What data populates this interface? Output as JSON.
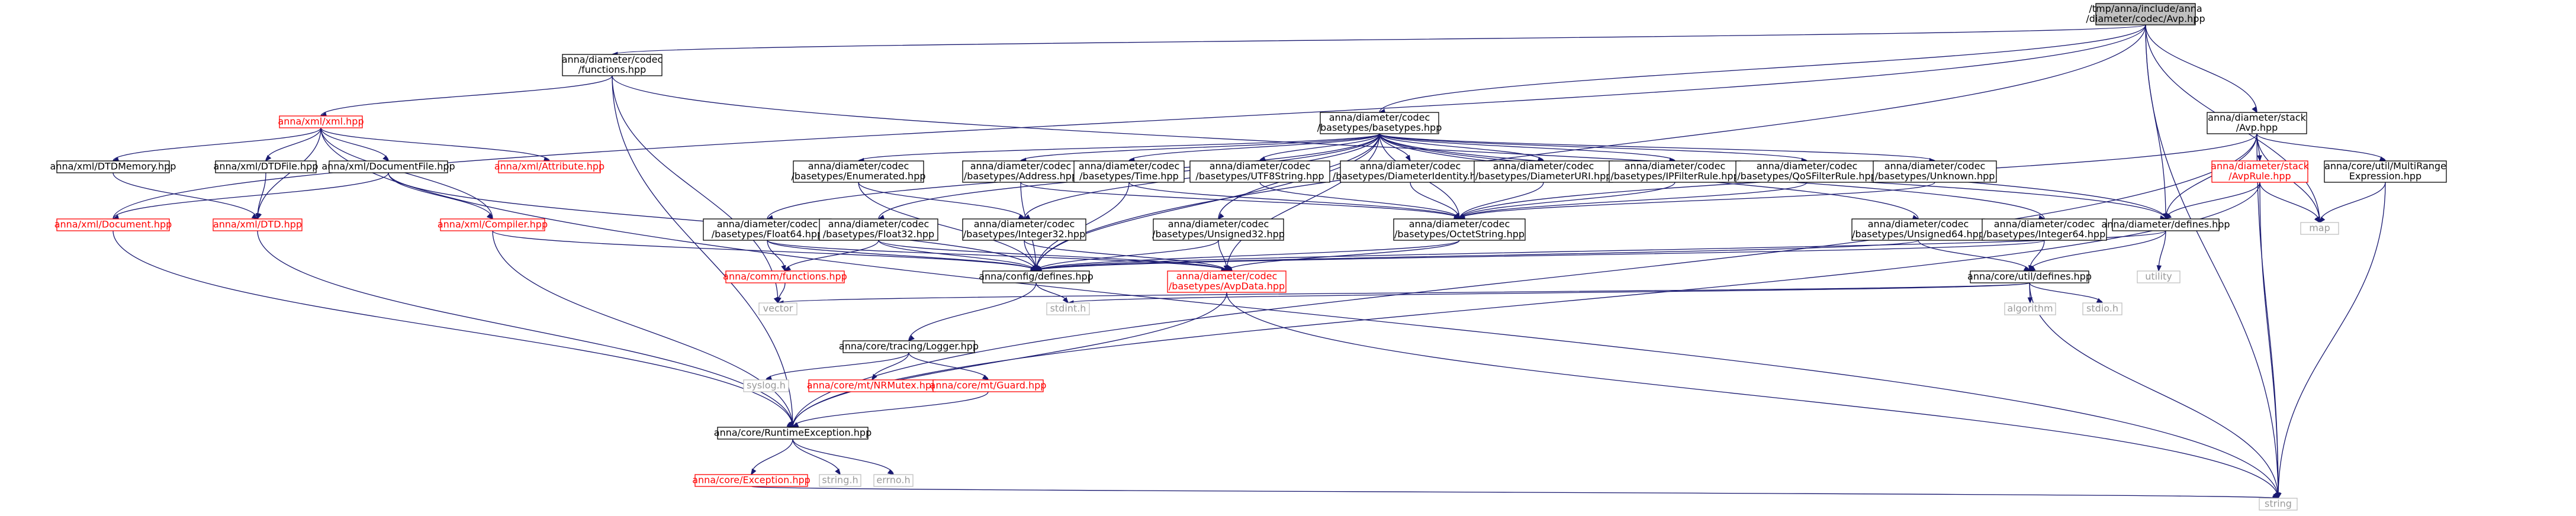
{
  "colors": {
    "root_fill": "#bfbfbf",
    "normal_border": "#000000",
    "missing_border": "#ff0000",
    "system_border": "#bfbfbf",
    "normal_text": "#000000",
    "missing_text": "#ff0000",
    "system_text": "#999999",
    "edge": "#191970"
  },
  "nodes": [
    {
      "id": "root",
      "lines": [
        "/tmp/anna/include/anna",
        "/diameter/codec/Avp.hpp"
      ],
      "kind": "root"
    },
    {
      "id": "functions",
      "lines": [
        "anna/diameter/codec",
        "/functions.hpp"
      ],
      "kind": "normal"
    },
    {
      "id": "basetypes",
      "lines": [
        "anna/diameter/codec",
        "/basetypes/basetypes.hpp"
      ],
      "kind": "normal"
    },
    {
      "id": "stackavp",
      "lines": [
        "anna/diameter/stack",
        "/Avp.hpp"
      ],
      "kind": "normal"
    },
    {
      "id": "xml",
      "lines": [
        "anna/xml/xml.hpp"
      ],
      "kind": "missing"
    },
    {
      "id": "dtdmemory",
      "lines": [
        "anna/xml/DTDMemory.hpp"
      ],
      "kind": "normal"
    },
    {
      "id": "dtdfile",
      "lines": [
        "anna/xml/DTDFile.hpp"
      ],
      "kind": "normal"
    },
    {
      "id": "documentfile",
      "lines": [
        "anna/xml/DocumentFile.hpp"
      ],
      "kind": "normal"
    },
    {
      "id": "attribute",
      "lines": [
        "anna/xml/Attribute.hpp"
      ],
      "kind": "missing"
    },
    {
      "id": "document",
      "lines": [
        "anna/xml/Document.hpp"
      ],
      "kind": "missing"
    },
    {
      "id": "dtd",
      "lines": [
        "anna/xml/DTD.hpp"
      ],
      "kind": "missing"
    },
    {
      "id": "compiler",
      "lines": [
        "anna/xml/Compiler.hpp"
      ],
      "kind": "missing"
    },
    {
      "id": "enumerated",
      "lines": [
        "anna/diameter/codec",
        "/basetypes/Enumerated.hpp"
      ],
      "kind": "normal"
    },
    {
      "id": "address",
      "lines": [
        "anna/diameter/codec",
        "/basetypes/Address.hpp"
      ],
      "kind": "normal"
    },
    {
      "id": "time",
      "lines": [
        "anna/diameter/codec",
        "/basetypes/Time.hpp"
      ],
      "kind": "normal"
    },
    {
      "id": "utf8",
      "lines": [
        "anna/diameter/codec",
        "/basetypes/UTF8String.hpp"
      ],
      "kind": "normal"
    },
    {
      "id": "diamident",
      "lines": [
        "anna/diameter/codec",
        "/basetypes/DiameterIdentity.hpp"
      ],
      "kind": "normal"
    },
    {
      "id": "diamuri",
      "lines": [
        "anna/diameter/codec",
        "/basetypes/DiameterURI.hpp"
      ],
      "kind": "normal"
    },
    {
      "id": "ipfilter",
      "lines": [
        "anna/diameter/codec",
        "/basetypes/IPFilterRule.hpp"
      ],
      "kind": "normal"
    },
    {
      "id": "qosfilter",
      "lines": [
        "anna/diameter/codec",
        "/basetypes/QoSFilterRule.hpp"
      ],
      "kind": "normal"
    },
    {
      "id": "unknown",
      "lines": [
        "anna/diameter/codec",
        "/basetypes/Unknown.hpp"
      ],
      "kind": "normal"
    },
    {
      "id": "float64",
      "lines": [
        "anna/diameter/codec",
        "/basetypes/Float64.hpp"
      ],
      "kind": "normal"
    },
    {
      "id": "float32",
      "lines": [
        "anna/diameter/codec",
        "/basetypes/Float32.hpp"
      ],
      "kind": "normal"
    },
    {
      "id": "integer32",
      "lines": [
        "anna/diameter/codec",
        "/basetypes/Integer32.hpp"
      ],
      "kind": "normal"
    },
    {
      "id": "unsigned32",
      "lines": [
        "anna/diameter/codec",
        "/basetypes/Unsigned32.hpp"
      ],
      "kind": "normal"
    },
    {
      "id": "octetstring",
      "lines": [
        "anna/diameter/codec",
        "/basetypes/OctetString.hpp"
      ],
      "kind": "normal"
    },
    {
      "id": "unsigned64",
      "lines": [
        "anna/diameter/codec",
        "/basetypes/Unsigned64.hpp"
      ],
      "kind": "normal"
    },
    {
      "id": "integer64",
      "lines": [
        "anna/diameter/codec",
        "/basetypes/Integer64.hpp"
      ],
      "kind": "normal"
    },
    {
      "id": "avprule",
      "lines": [
        "anna/diameter/stack",
        "/AvpRule.hpp"
      ],
      "kind": "missing"
    },
    {
      "id": "multirange",
      "lines": [
        "anna/core/util/MultiRange",
        "Expression.hpp"
      ],
      "kind": "normal"
    },
    {
      "id": "diamdefines",
      "lines": [
        "anna/diameter/defines.hpp"
      ],
      "kind": "normal"
    },
    {
      "id": "map",
      "lines": [
        "map"
      ],
      "kind": "system"
    },
    {
      "id": "commfunctions",
      "lines": [
        "anna/comm/functions.hpp"
      ],
      "kind": "missing"
    },
    {
      "id": "configdefines",
      "lines": [
        "anna/config/defines.hpp"
      ],
      "kind": "normal"
    },
    {
      "id": "avpdata",
      "lines": [
        "anna/diameter/codec",
        "/basetypes/AvpData.hpp"
      ],
      "kind": "missing"
    },
    {
      "id": "utildefines",
      "lines": [
        "anna/core/util/defines.hpp"
      ],
      "kind": "normal"
    },
    {
      "id": "utility",
      "lines": [
        "utility"
      ],
      "kind": "system"
    },
    {
      "id": "vector",
      "lines": [
        "vector"
      ],
      "kind": "system"
    },
    {
      "id": "stdint",
      "lines": [
        "stdint.h"
      ],
      "kind": "system"
    },
    {
      "id": "algorithm",
      "lines": [
        "algorithm"
      ],
      "kind": "system"
    },
    {
      "id": "stdio",
      "lines": [
        "stdio.h"
      ],
      "kind": "system"
    },
    {
      "id": "logger",
      "lines": [
        "anna/core/tracing/Logger.hpp"
      ],
      "kind": "normal"
    },
    {
      "id": "syslog",
      "lines": [
        "syslog.h"
      ],
      "kind": "system"
    },
    {
      "id": "nrmutex",
      "lines": [
        "anna/core/mt/NRMutex.hpp"
      ],
      "kind": "missing"
    },
    {
      "id": "guard",
      "lines": [
        "anna/core/mt/Guard.hpp"
      ],
      "kind": "missing"
    },
    {
      "id": "runtimeexc",
      "lines": [
        "anna/core/RuntimeException.hpp"
      ],
      "kind": "normal"
    },
    {
      "id": "exception",
      "lines": [
        "anna/core/Exception.hpp"
      ],
      "kind": "missing"
    },
    {
      "id": "stringh",
      "lines": [
        "string.h"
      ],
      "kind": "system"
    },
    {
      "id": "errno",
      "lines": [
        "errno.h"
      ],
      "kind": "system"
    },
    {
      "id": "string",
      "lines": [
        "string"
      ],
      "kind": "system"
    }
  ],
  "edges": [
    [
      "root",
      "functions"
    ],
    [
      "root",
      "basetypes"
    ],
    [
      "root",
      "stackavp"
    ],
    [
      "root",
      "diamdefines"
    ],
    [
      "root",
      "configdefines"
    ],
    [
      "root",
      "document"
    ],
    [
      "root",
      "string"
    ],
    [
      "root",
      "map"
    ],
    [
      "functions",
      "xml"
    ],
    [
      "functions",
      "diamdefines"
    ],
    [
      "functions",
      "runtimeexc"
    ],
    [
      "functions",
      "vector"
    ],
    [
      "xml",
      "dtdmemory"
    ],
    [
      "xml",
      "dtdfile"
    ],
    [
      "xml",
      "documentfile"
    ],
    [
      "xml",
      "attribute"
    ],
    [
      "xml",
      "dtd"
    ],
    [
      "xml",
      "compiler"
    ],
    [
      "xml",
      "string"
    ],
    [
      "dtdmemory",
      "dtd"
    ],
    [
      "dtdfile",
      "dtd"
    ],
    [
      "documentfile",
      "document"
    ],
    [
      "documentfile",
      "compiler"
    ],
    [
      "documentfile",
      "configdefines"
    ],
    [
      "document",
      "runtimeexc"
    ],
    [
      "dtd",
      "runtimeexc"
    ],
    [
      "compiler",
      "runtimeexc"
    ],
    [
      "compiler",
      "configdefines"
    ],
    [
      "basetypes",
      "enumerated"
    ],
    [
      "basetypes",
      "address"
    ],
    [
      "basetypes",
      "time"
    ],
    [
      "basetypes",
      "utf8"
    ],
    [
      "basetypes",
      "diamident"
    ],
    [
      "basetypes",
      "diamuri"
    ],
    [
      "basetypes",
      "ipfilter"
    ],
    [
      "basetypes",
      "qosfilter"
    ],
    [
      "basetypes",
      "unknown"
    ],
    [
      "basetypes",
      "float64"
    ],
    [
      "basetypes",
      "float32"
    ],
    [
      "basetypes",
      "integer32"
    ],
    [
      "basetypes",
      "unsigned32"
    ],
    [
      "basetypes",
      "octetstring"
    ],
    [
      "basetypes",
      "unsigned64"
    ],
    [
      "basetypes",
      "integer64"
    ],
    [
      "basetypes",
      "diamdefines"
    ],
    [
      "basetypes",
      "avpdata"
    ],
    [
      "basetypes",
      "configdefines"
    ],
    [
      "enumerated",
      "integer32"
    ],
    [
      "enumerated",
      "configdefines"
    ],
    [
      "address",
      "octetstring"
    ],
    [
      "address",
      "configdefines"
    ],
    [
      "time",
      "octetstring"
    ],
    [
      "time",
      "configdefines"
    ],
    [
      "utf8",
      "octetstring"
    ],
    [
      "diamident",
      "octetstring"
    ],
    [
      "diamuri",
      "octetstring"
    ],
    [
      "ipfilter",
      "octetstring"
    ],
    [
      "qosfilter",
      "octetstring"
    ],
    [
      "unknown",
      "octetstring"
    ],
    [
      "float64",
      "commfunctions"
    ],
    [
      "float64",
      "configdefines"
    ],
    [
      "float64",
      "avpdata"
    ],
    [
      "float32",
      "commfunctions"
    ],
    [
      "float32",
      "configdefines"
    ],
    [
      "float32",
      "avpdata"
    ],
    [
      "integer32",
      "configdefines"
    ],
    [
      "integer32",
      "avpdata"
    ],
    [
      "unsigned32",
      "configdefines"
    ],
    [
      "unsigned32",
      "avpdata"
    ],
    [
      "octetstring",
      "avpdata"
    ],
    [
      "octetstring",
      "configdefines"
    ],
    [
      "unsigned64",
      "configdefines"
    ],
    [
      "unsigned64",
      "utildefines"
    ],
    [
      "integer64",
      "configdefines"
    ],
    [
      "integer64",
      "utildefines"
    ],
    [
      "stackavp",
      "avprule"
    ],
    [
      "stackavp",
      "multirange"
    ],
    [
      "stackavp",
      "diamdefines"
    ],
    [
      "stackavp",
      "map"
    ],
    [
      "stackavp",
      "string"
    ],
    [
      "stackavp",
      "runtimeexc"
    ],
    [
      "stackavp",
      "octetstring"
    ],
    [
      "avprule",
      "diamdefines"
    ],
    [
      "avprule",
      "map"
    ],
    [
      "avprule",
      "runtimeexc"
    ],
    [
      "avprule",
      "string"
    ],
    [
      "multirange",
      "map"
    ],
    [
      "multirange",
      "string"
    ],
    [
      "diamdefines",
      "configdefines"
    ],
    [
      "diamdefines",
      "utildefines"
    ],
    [
      "diamdefines",
      "utility"
    ],
    [
      "commfunctions",
      "vector"
    ],
    [
      "configdefines",
      "stdint"
    ],
    [
      "configdefines",
      "logger"
    ],
    [
      "avpdata",
      "runtimeexc"
    ],
    [
      "avpdata",
      "string"
    ],
    [
      "utildefines",
      "algorithm"
    ],
    [
      "utildefines",
      "stdio"
    ],
    [
      "utildefines",
      "string"
    ],
    [
      "utildefines",
      "stdint"
    ],
    [
      "utildefines",
      "vector"
    ],
    [
      "logger",
      "syslog"
    ],
    [
      "logger",
      "nrmutex"
    ],
    [
      "logger",
      "guard"
    ],
    [
      "guard",
      "runtimeexc"
    ],
    [
      "runtimeexc",
      "exception"
    ],
    [
      "runtimeexc",
      "stringh"
    ],
    [
      "runtimeexc",
      "errno"
    ],
    [
      "exception",
      "string"
    ]
  ]
}
